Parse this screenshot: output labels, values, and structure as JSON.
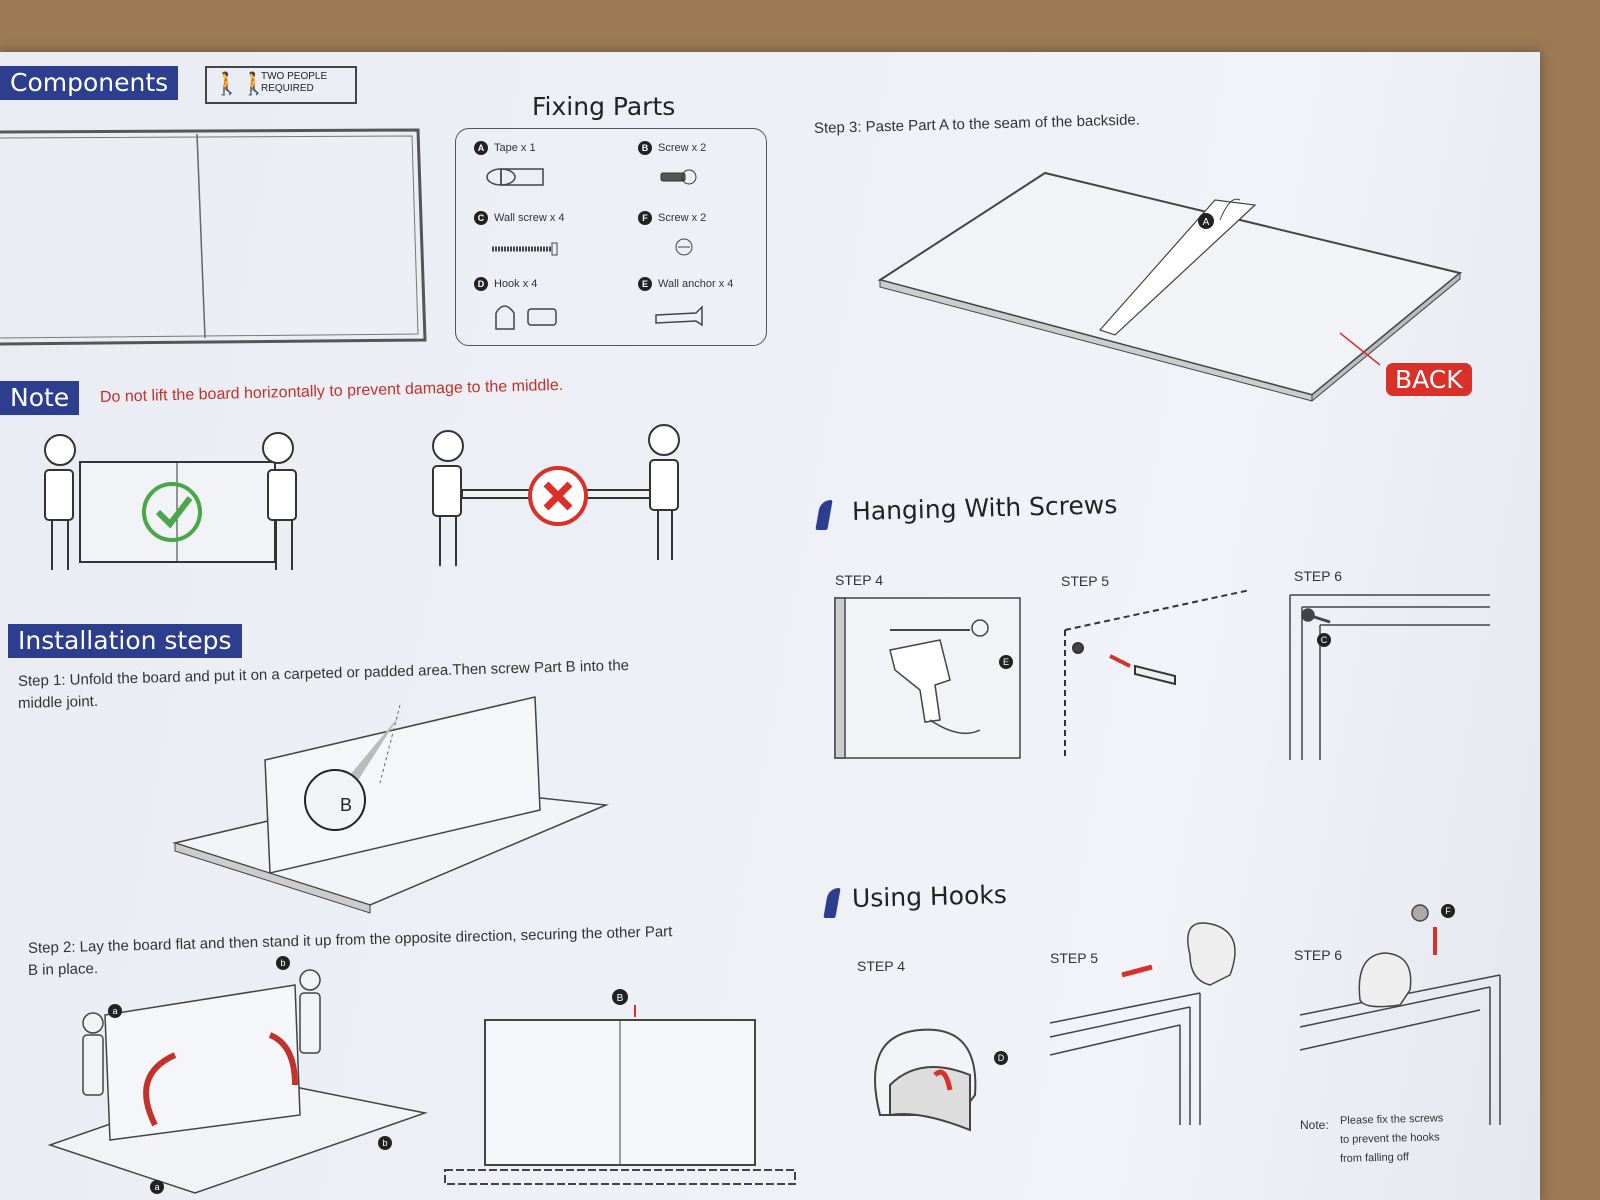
{
  "components": {
    "title": "Components",
    "two_people": "TWO PEOPLE\nREQUIRED"
  },
  "fixing_parts": {
    "title": "Fixing Parts",
    "items": [
      {
        "badge": "A",
        "label": "Tape x 1"
      },
      {
        "badge": "B",
        "label": "Screw x 2"
      },
      {
        "badge": "C",
        "label": "Wall screw x 4"
      },
      {
        "badge": "F",
        "label": "Screw x 2"
      },
      {
        "badge": "D",
        "label": "Hook x 4"
      },
      {
        "badge": "E",
        "label": "Wall anchor x 4"
      }
    ]
  },
  "step3": {
    "text": "Step 3: Paste Part A to the seam of the backside.",
    "badge": "A",
    "back_label": "BACK"
  },
  "note": {
    "title": "Note",
    "text": "Do not lift the board horizontally to prevent damage to the middle."
  },
  "installation": {
    "title": "Installation steps",
    "step1": "Step 1: Unfold the board and put it on a carpeted or padded area.Then screw Part B  into the",
    "step1b": "middle joint.",
    "step1_badge": "B",
    "step2": "Step 2: Lay the board flat and then stand it up from the opposite direction, securing the other Part",
    "step2b": "B  in place.",
    "step2_badges": [
      "a",
      "b",
      "b",
      "a"
    ],
    "step2_part": "B"
  },
  "hanging": {
    "title": "Hanging With Screws",
    "steps": [
      "STEP 4",
      "STEP 5",
      "STEP 6"
    ],
    "badges": [
      "E",
      "C"
    ]
  },
  "hooks": {
    "title": "Using Hooks",
    "steps": [
      "STEP 4",
      "STEP 5",
      "STEP 6"
    ],
    "badges": [
      "D",
      "F"
    ],
    "note_label": "Note:",
    "note_lines": [
      "Please fix the screws",
      "to prevent the hooks",
      "from falling off"
    ]
  },
  "colors": {
    "banner": "#2d3e8f",
    "accent_red": "#d9302a",
    "check_green": "#4aa64a"
  }
}
